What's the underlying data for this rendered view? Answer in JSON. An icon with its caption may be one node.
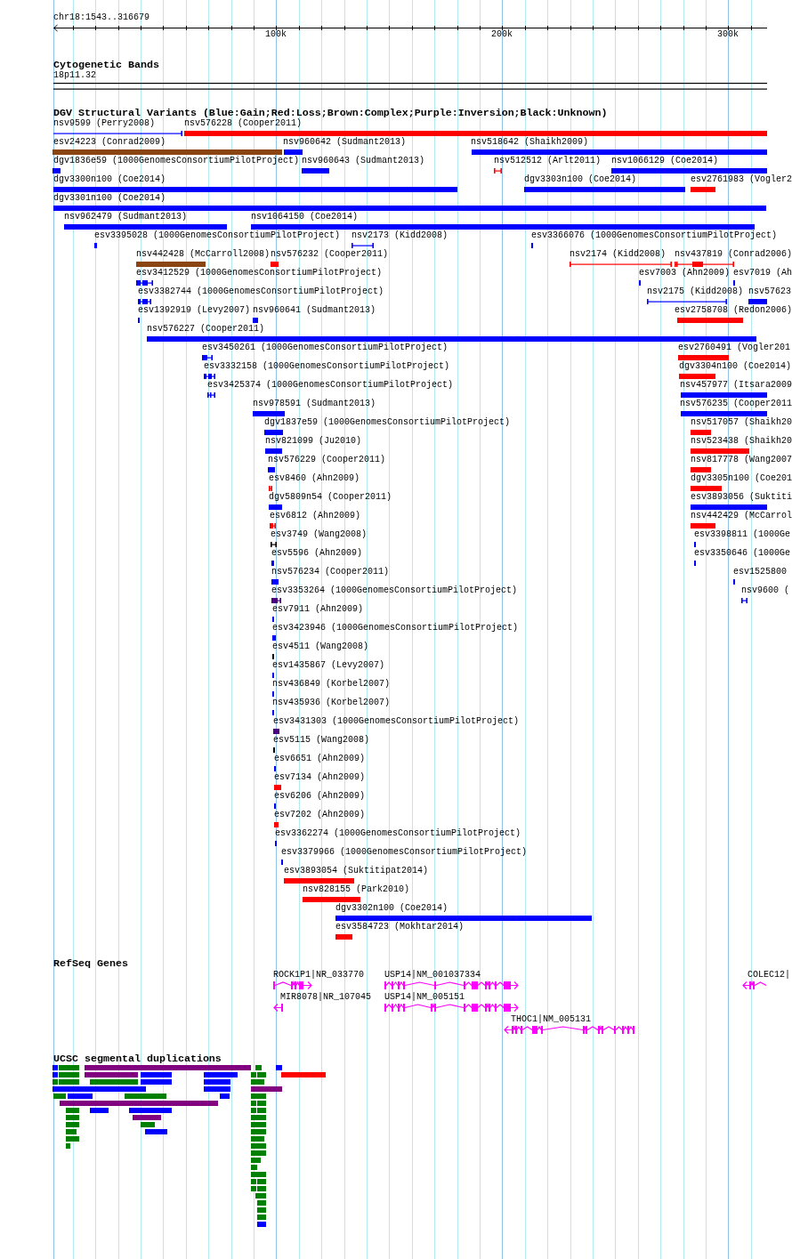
{
  "diagram": {
    "labels": [
      "chr18:1543..316679",
      "100k",
      "200k",
      "300k",
      "Cytogenetic Bands",
      "18p11.32",
      "DGV Structural Variants (Blue:Gain;Red:Loss;Brown:Complex;Purple:Inversion;Black:Unknown)",
      "nsv9599 (Perry2008)",
      "nsv576228 (Cooper2011)",
      "esv24223 (Conrad2009)",
      "nsv960642 (Sudmant2013)",
      "nsv518642 (Shaikh2009)",
      "dgv1836e59 (1000GenomesConsortiumPilotProject)",
      "nsv960643 (Sudmant2013)",
      "nsv512512 (Arlt2011)",
      "nsv1066129 (Coe2014)",
      "dgv3300n100 (Coe2014)",
      "dgv3303n100 (Coe2014)",
      "esv2761983 (Vogler2",
      "dgv3301n100 (Coe2014)",
      "nsv962479 (Sudmant2013)",
      "nsv1064150 (Coe2014)",
      "esv3395028 (1000GenomesConsortiumPilotProject)",
      "nsv2173 (Kidd2008)",
      "esv3366076 (1000GenomesConsortiumPilotProject)",
      "nsv442428 (McCarroll2008)",
      "nsv576232 (Cooper2011)",
      "nsv2174 (Kidd2008)",
      "nsv437819 (Conrad2006)",
      "esv3412529 (1000GenomesConsortiumPilotProject)",
      "esv7003 (Ahn2009)",
      "esv7019 (Ah",
      "esv3382744 (1000GenomesConsortiumPilotProject)",
      "nsv2175 (Kidd2008)",
      "nsv57623",
      "esv1392919 (Levy2007)",
      "nsv960641 (Sudmant2013)",
      "esv2758708 (Redon2006)",
      "nsv576227 (Cooper2011)",
      "esv3450261 (1000GenomesConsortiumPilotProject)",
      "esv2760491 (Vogler201",
      "esv3332158 (1000GenomesConsortiumPilotProject)",
      "dgv3304n100 (Coe2014)",
      "esv3425374 (1000GenomesConsortiumPilotProject)",
      "nsv457977 (Itsara2009",
      "nsv978591 (Sudmant2013)",
      "nsv576235 (Cooper2011",
      "dgv1837e59 (1000GenomesConsortiumPilotProject)",
      "nsv517057 (Shaikh20",
      "nsv821099 (Ju2010)",
      "nsv523438 (Shaikh20",
      "nsv576229 (Cooper2011)",
      "nsv817778 (Wang2007",
      "esv8460 (Ahn2009)",
      "dgv3305n100 (Coe201",
      "dgv5809n54 (Cooper2011)",
      "esv3893056 (Suktiti",
      "esv6812 (Ahn2009)",
      "nsv442429 (McCarrol",
      "esv3749 (Wang2008)",
      "esv3398811 (1000Ge",
      "esv5596 (Ahn2009)",
      "esv3350646 (1000Ge",
      "nsv576234 (Cooper2011)",
      "esv1525800",
      "esv3353264 (1000GenomesConsortiumPilotProject)",
      "nsv9600 (",
      "esv7911 (Ahn2009)",
      "esv3423946 (1000GenomesConsortiumPilotProject)",
      "esv4511 (Wang2008)",
      "esv1435867 (Levy2007)",
      "nsv436849 (Korbel2007)",
      "nsv435936 (Korbel2007)",
      "esv3431303 (1000GenomesConsortiumPilotProject)",
      "esv5115 (Wang2008)",
      "esv6651 (Ahn2009)",
      "esv7134 (Ahn2009)",
      "esv6206 (Ahn2009)",
      "esv7202 (Ahn2009)",
      "esv3362274 (1000GenomesConsortiumPilotProject)",
      "esv3379966 (1000GenomesConsortiumPilotProject)",
      "esv3893054 (Suktitipat2014)",
      "nsv828155 (Park2010)",
      "dgv3302n100 (Coe2014)",
      "esv3584723 (Mokhtar2014)",
      "RefSeq Genes",
      "ROCK1P1|NR_033770",
      "USP14|NM_001037334",
      "COLEC12|",
      "MIR8078|NR_107045",
      "USP14|NM_005151",
      "THOC1|NM_005131",
      "UCSC segmental duplications"
    ]
  }
}
